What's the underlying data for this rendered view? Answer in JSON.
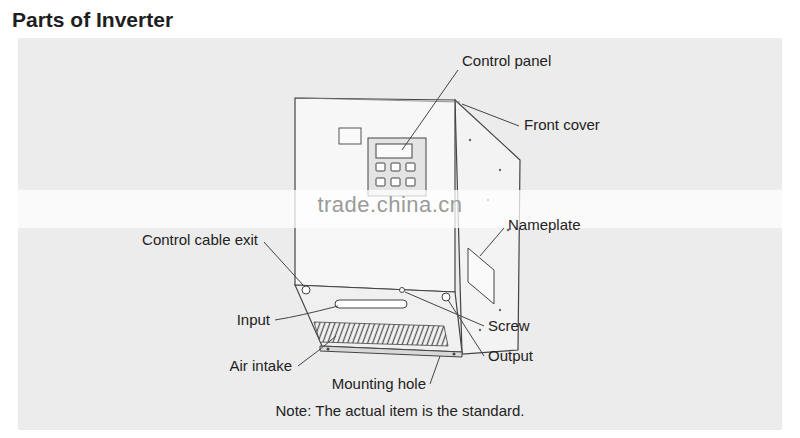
{
  "diagram": {
    "title": "Parts of Inverter",
    "labels": [
      "Control panel",
      "Front cover",
      "Nameplate",
      "Control cable exit",
      "Input",
      "Screw",
      "Output",
      "Air intake",
      "Mounting hole",
      "Note: The actual item is the standard.",
      "trade.china.cn"
    ]
  }
}
